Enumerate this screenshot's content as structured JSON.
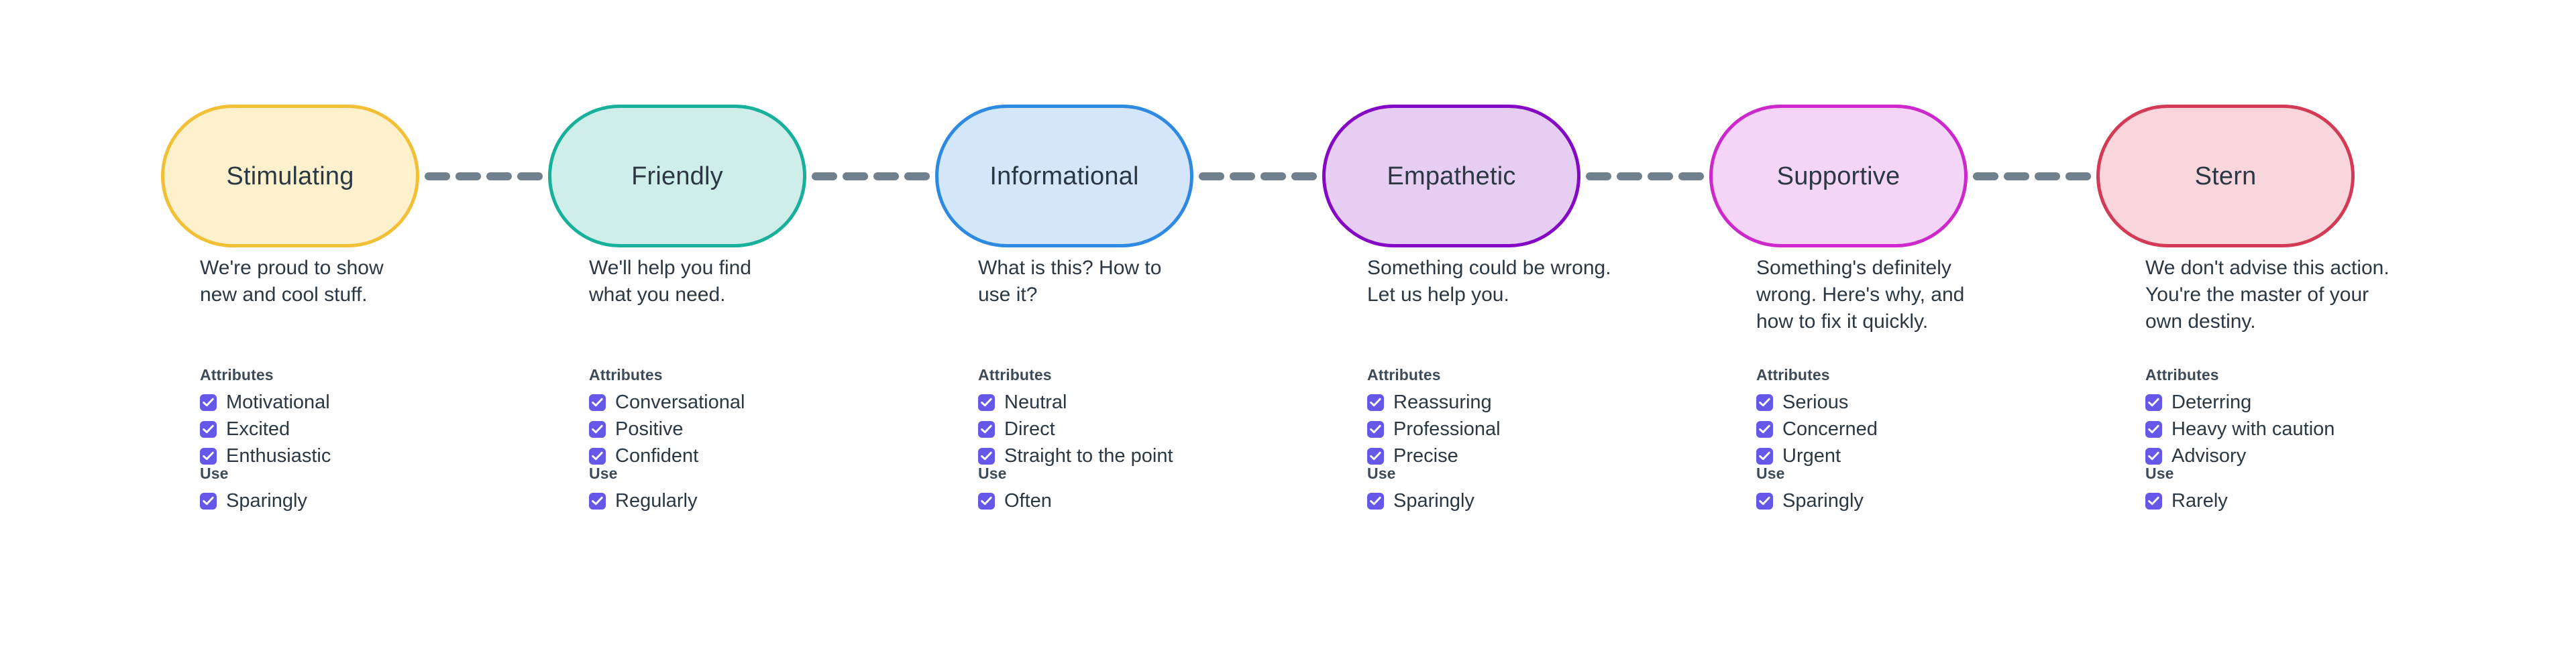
{
  "theme": {
    "background": "#ffffff",
    "text_color": "#2b3844",
    "heading_color": "#3d4b58",
    "connector_color": "#71808e",
    "checkbox_color": "#6557e8"
  },
  "connector": {
    "icon": "dashed-line-icon",
    "dash_count": 4
  },
  "group_titles": {
    "attributes": "Attributes",
    "use": "Use"
  },
  "tones": [
    {
      "name": "Stimulating",
      "fill": "#fdf1cd",
      "border": "#f2c037",
      "description": "We're proud to show\nnew and cool stuff.",
      "attributes": [
        "Motivational",
        "Excited",
        "Enthusiastic"
      ],
      "use": [
        "Sparingly"
      ]
    },
    {
      "name": "Friendly",
      "fill": "#cfeeea",
      "border": "#18b09b",
      "description": "We'll help you find\nwhat you need.",
      "attributes": [
        "Conversational",
        "Positive",
        "Confident"
      ],
      "use": [
        "Regularly"
      ]
    },
    {
      "name": "Informational",
      "fill": "#d4e6fa",
      "border": "#2e8ae0",
      "description": "What is this? How to\nuse it?",
      "attributes": [
        "Neutral",
        "Direct",
        "Straight to the point"
      ],
      "use": [
        "Often"
      ]
    },
    {
      "name": "Empathetic",
      "fill": "#e6cdf2",
      "border": "#8408c4",
      "description": "Something could be wrong.\nLet us help you.",
      "attributes": [
        "Reassuring",
        "Professional",
        "Precise"
      ],
      "use": [
        "Sparingly"
      ]
    },
    {
      "name": "Supportive",
      "fill": "#f4d5f7",
      "border": "#cc28cc",
      "description": "Something's definitely\nwrong. Here's why, and\nhow to fix it quickly.",
      "attributes": [
        "Serious",
        "Concerned",
        "Urgent"
      ],
      "use": [
        "Sparingly"
      ]
    },
    {
      "name": "Stern",
      "fill": "#f9d5dc",
      "border": "#d23a56",
      "description": "We don't advise this action.\nYou're the master of your\nown destiny.",
      "attributes": [
        "Deterring",
        "Heavy with caution",
        "Advisory"
      ],
      "use": [
        "Rarely"
      ]
    }
  ]
}
